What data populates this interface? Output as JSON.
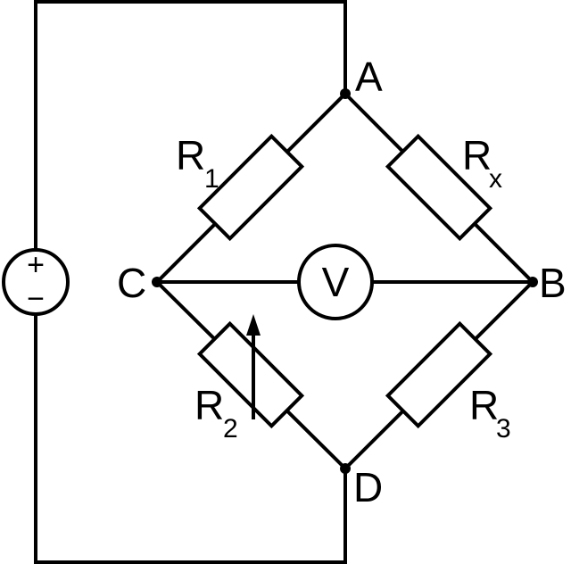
{
  "nodes": {
    "A": "A",
    "B": "B",
    "C": "C",
    "D": "D"
  },
  "resistors": {
    "r1": {
      "main": "R",
      "sub": "1"
    },
    "rx": {
      "main": "R",
      "sub": "x"
    },
    "r2": {
      "main": "R",
      "sub": "2"
    },
    "r3": {
      "main": "R",
      "sub": "3"
    }
  },
  "voltmeter": {
    "symbol": "V"
  },
  "source": {
    "plus": "+",
    "minus": "−"
  }
}
